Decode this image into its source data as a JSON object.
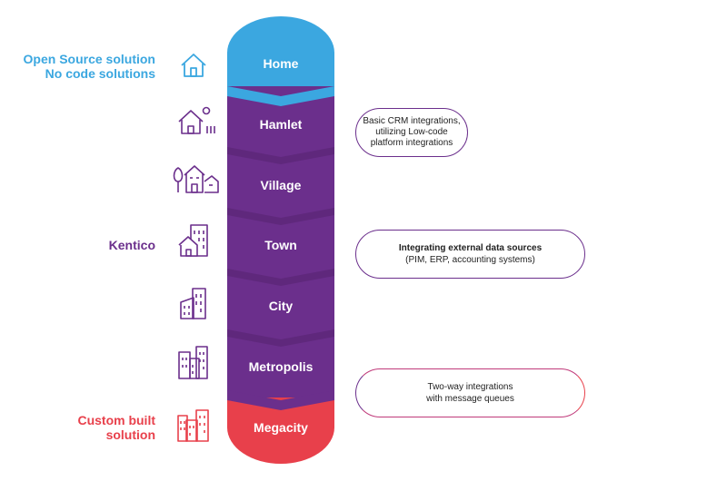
{
  "colors": {
    "home": "#3ba7e0",
    "middle": "#6b2f8c",
    "middle_dark": "#55236f",
    "megacity": "#e8404b",
    "blue_text": "#3ba7e0",
    "purple_text": "#6b2f8c",
    "red_text": "#e8404b",
    "icon_blue": "#3ba7e0",
    "icon_purple": "#6b2f8c",
    "icon_red": "#e8404b"
  },
  "stages": [
    {
      "label": "Home",
      "icon": "house-icon"
    },
    {
      "label": "Hamlet",
      "icon": "hamlet-icon"
    },
    {
      "label": "Village",
      "icon": "village-icon"
    },
    {
      "label": "Town",
      "icon": "town-icon"
    },
    {
      "label": "City",
      "icon": "city-icon"
    },
    {
      "label": "Metropolis",
      "icon": "metropolis-icon"
    },
    {
      "label": "Megacity",
      "icon": "megacity-icon"
    }
  ],
  "left_labels": {
    "open_source": [
      "Open Source solution",
      "No code solutions"
    ],
    "kentico": [
      "Kentico"
    ],
    "custom": [
      "Custom built",
      "solution"
    ]
  },
  "notes": {
    "crm": [
      "Basic CRM integrations,",
      "utilizing Low-code",
      "platform integrations"
    ],
    "external": [
      "Integrating external data sources",
      "(PIM, ERP, accounting systems)"
    ],
    "twoway": [
      "Two-way integrations",
      "with message queues"
    ]
  }
}
